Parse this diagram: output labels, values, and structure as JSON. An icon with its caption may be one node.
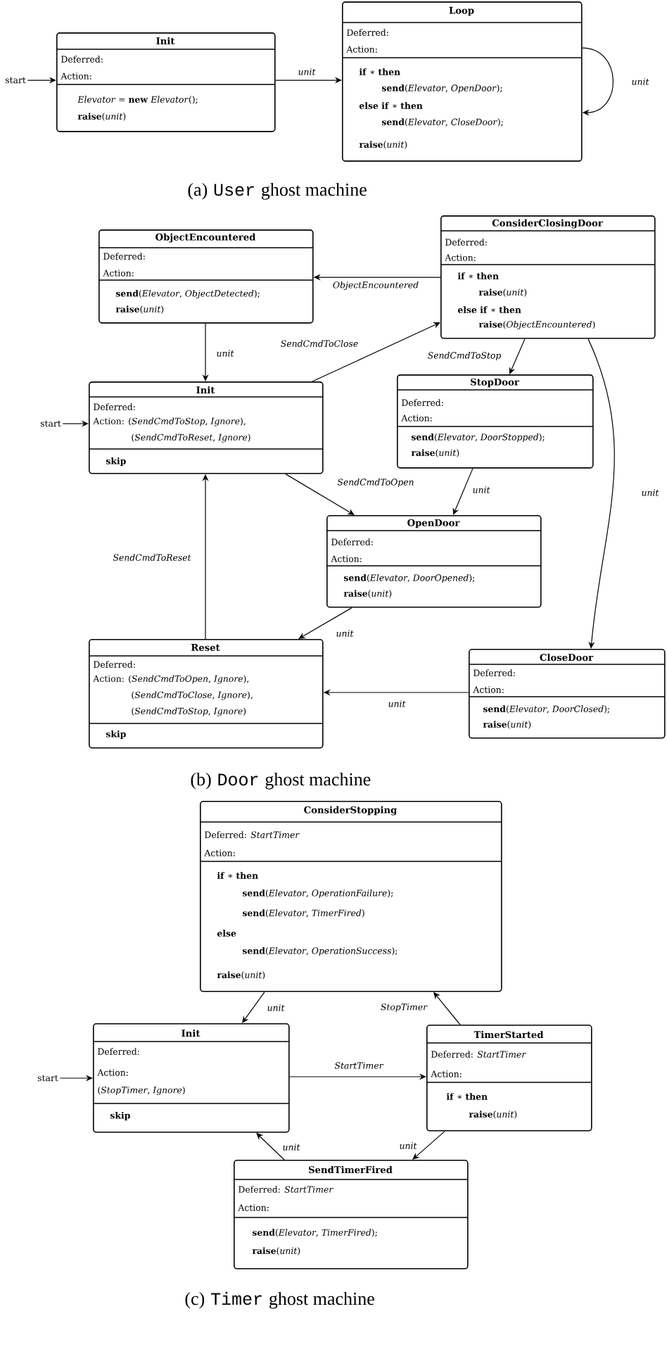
{
  "diagram": {
    "nodes": [
      {
        "text": [
          "start"
        ]
      },
      {
        "text": [
          "Init",
          "Deferred:",
          "Action:",
          "*Elevator* = **new** *Elevator*();",
          "**raise**(*unit*)"
        ]
      },
      {
        "text": [
          "Loop",
          "Deferred:",
          "Action:",
          "**if** ∗ **then**",
          "**send**(*Elevator*, *OpenDoor*);",
          "**else if** ∗ **then**",
          "**send**(*Elevator*, *CloseDoor*);",
          "**raise**(*unit*)"
        ]
      },
      {
        "text": [
          "ObjectEncountered",
          "Deferred:",
          "Action:",
          "**send**(*Elevator*, *ObjectDetected*);",
          "**raise**(*unit*)"
        ]
      },
      {
        "text": [
          "ConsiderClosingDoor",
          "Deferred:",
          "Action:",
          "**if** ∗ **then**",
          "**raise**(*unit*)",
          "**else if** ∗ **then**",
          "**raise**(*ObjectEncountered*)"
        ]
      },
      {
        "text": [
          "start"
        ]
      },
      {
        "text": [
          "Init",
          "Deferred:",
          "Action: (*SendCmdToStop*, *Ignore*), (*SendCmdToReset*, *Ignore*)",
          "skip"
        ]
      },
      {
        "text": [
          "StopDoor",
          "Deferred:",
          "Action:",
          "**send**(*Elevator*, *DoorStopped*);",
          "**raise**(*unit*)"
        ]
      },
      {
        "text": [
          "OpenDoor",
          "Deferred:",
          "Action:",
          "**send**(*Elevator*, *DoorOpened*);",
          "**raise**(*unit*)"
        ]
      },
      {
        "text": [
          "Reset",
          "Deferred:",
          "Action: (*SendCmdToOpen*, *Ignore*), (*SendCmdToClose*, *Ignore*), (*SendCmdToStop*, *Ignore*)",
          "skip"
        ]
      },
      {
        "text": [
          "CloseDoor",
          "Deferred:",
          "Action:",
          "**send**(*Elevator*, *DoorClosed*);",
          "**raise**(*unit*)"
        ]
      },
      {
        "text": [
          "ConsiderStopping",
          "Deferred: *StartTimer*",
          "Action:",
          "**if** ∗ **then**",
          "**send**(*Elevator*, *OperationFailure*);",
          "**send**(*Elevator*, *TimerFired*)",
          "**else**",
          "**send**(*Elevator*, *OperationSuccess*);",
          "**raise**(*unit*)"
        ]
      },
      {
        "text": [
          "start"
        ]
      },
      {
        "text": [
          "Init",
          "Deferred:",
          "Action:",
          "(*StopTimer*, *Ignore*)",
          "skip"
        ]
      },
      {
        "text": [
          "TimerStarted",
          "Deferred: *StartTimer*",
          "Action:",
          "**if** ∗ **then**",
          "**raise**(*unit*)"
        ]
      },
      {
        "text": [
          "SendTimerFired",
          "Deferred: *StartTimer*",
          "Action:",
          "**send**(*Elevator*, *TimerFired*);",
          "**raise**(*unit*)"
        ]
      }
    ],
    "edges": [
      {
        "from": 0,
        "to": 1,
        "arrow": "to"
      },
      {
        "from": 1,
        "to": 2,
        "arrow": "to",
        "label": "unit"
      },
      {
        "from": 2,
        "to": 2,
        "arrow": "to",
        "label": "unit"
      },
      {
        "from": 5,
        "to": 6,
        "arrow": "to"
      },
      {
        "from": 4,
        "to": 3,
        "arrow": "to",
        "label": "ObjectEncountered"
      },
      {
        "from": 3,
        "to": 6,
        "arrow": "to",
        "label": "unit"
      },
      {
        "from": 6,
        "to": 4,
        "arrow": "to",
        "label": "SendCmdToClose"
      },
      {
        "from": 4,
        "to": 7,
        "arrow": "to",
        "label": "SendCmdToStop"
      },
      {
        "from": 4,
        "to": 10,
        "arrow": "to",
        "label": "unit"
      },
      {
        "from": 7,
        "to": 8,
        "arrow": "to",
        "label": "unit"
      },
      {
        "from": 6,
        "to": 8,
        "arrow": "to",
        "label": "SendCmdToOpen"
      },
      {
        "from": 8,
        "to": 9,
        "arrow": "to",
        "label": "unit"
      },
      {
        "from": 9,
        "to": 6,
        "arrow": "to",
        "label": "SendCmdToReset"
      },
      {
        "from": 10,
        "to": 9,
        "arrow": "to",
        "label": "unit"
      },
      {
        "from": 11,
        "to": 13,
        "arrow": "to",
        "label": "unit"
      },
      {
        "from": 14,
        "to": 11,
        "arrow": "to",
        "label": "StopTimer"
      },
      {
        "from": 12,
        "to": 13,
        "arrow": "to"
      },
      {
        "from": 13,
        "to": 14,
        "arrow": "to",
        "label": "StartTimer"
      },
      {
        "from": 14,
        "to": 15,
        "arrow": "to",
        "label": "unit"
      },
      {
        "from": 15,
        "to": 13,
        "arrow": "to",
        "label": "unit"
      }
    ],
    "labels": [
      "(a)",
      "User",
      "ghost machine",
      "(b)",
      "Door",
      "ghost machine",
      "(c)",
      "Timer",
      "ghost machine"
    ]
  }
}
